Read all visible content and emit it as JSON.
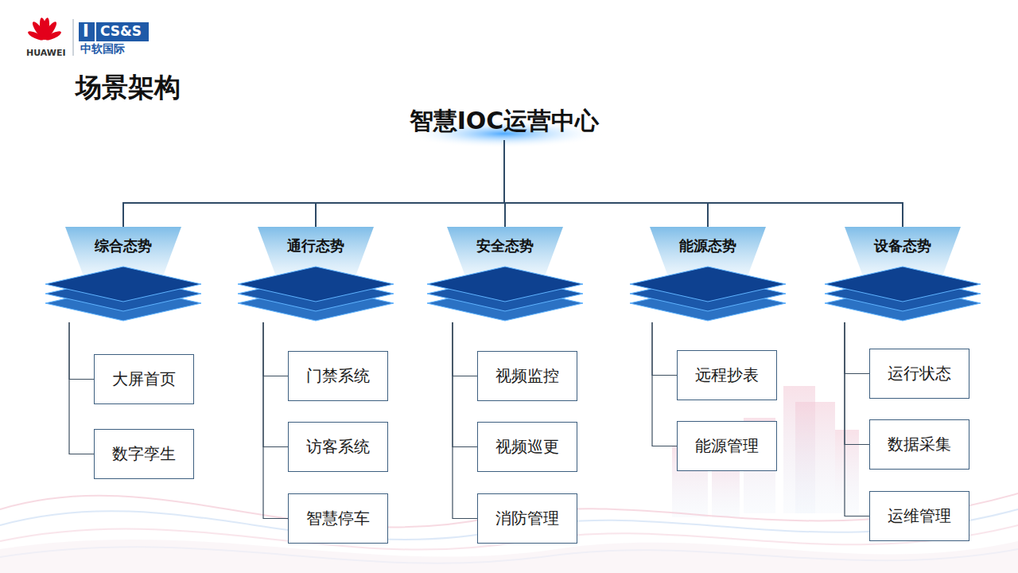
{
  "diagram": {
    "title": "场景架构",
    "nodes": [
      {
        "text": [
          "智慧IOC运营中心"
        ]
      },
      {
        "text": [
          "综合态势"
        ]
      },
      {
        "text": [
          "大屏首页"
        ]
      },
      {
        "text": [
          "数字孪生"
        ]
      },
      {
        "text": [
          "通行态势"
        ]
      },
      {
        "text": [
          "门禁系统"
        ]
      },
      {
        "text": [
          "访客系统"
        ]
      },
      {
        "text": [
          "智慧停车"
        ]
      },
      {
        "text": [
          "安全态势"
        ]
      },
      {
        "text": [
          "视频监控"
        ]
      },
      {
        "text": [
          "视频巡更"
        ]
      },
      {
        "text": [
          "消防管理"
        ]
      },
      {
        "text": [
          "能源态势"
        ]
      },
      {
        "text": [
          "远程抄表"
        ]
      },
      {
        "text": [
          "能源管理"
        ]
      },
      {
        "text": [
          "设备态势"
        ]
      },
      {
        "text": [
          "运行状态"
        ]
      },
      {
        "text": [
          "数据采集"
        ]
      },
      {
        "text": [
          "运维管理"
        ]
      }
    ],
    "edges": [
      {
        "from": 0,
        "to": 1,
        "arrow": "none"
      },
      {
        "from": 0,
        "to": 4,
        "arrow": "none"
      },
      {
        "from": 0,
        "to": 8,
        "arrow": "none"
      },
      {
        "from": 0,
        "to": 12,
        "arrow": "none"
      },
      {
        "from": 0,
        "to": 15,
        "arrow": "none"
      },
      {
        "from": 1,
        "to": 2,
        "arrow": "none"
      },
      {
        "from": 1,
        "to": 3,
        "arrow": "none"
      },
      {
        "from": 4,
        "to": 5,
        "arrow": "none"
      },
      {
        "from": 4,
        "to": 6,
        "arrow": "none"
      },
      {
        "from": 4,
        "to": 7,
        "arrow": "none"
      },
      {
        "from": 8,
        "to": 9,
        "arrow": "none"
      },
      {
        "from": 8,
        "to": 10,
        "arrow": "none"
      },
      {
        "from": 8,
        "to": 11,
        "arrow": "none"
      },
      {
        "from": 12,
        "to": 13,
        "arrow": "none"
      },
      {
        "from": 12,
        "to": 14,
        "arrow": "none"
      },
      {
        "from": 15,
        "to": 16,
        "arrow": "none"
      },
      {
        "from": 15,
        "to": 17,
        "arrow": "none"
      },
      {
        "from": 15,
        "to": 18,
        "arrow": "none"
      }
    ],
    "labels": [
      "HUAWEI",
      "I",
      "CS&S",
      "中软国际"
    ]
  }
}
